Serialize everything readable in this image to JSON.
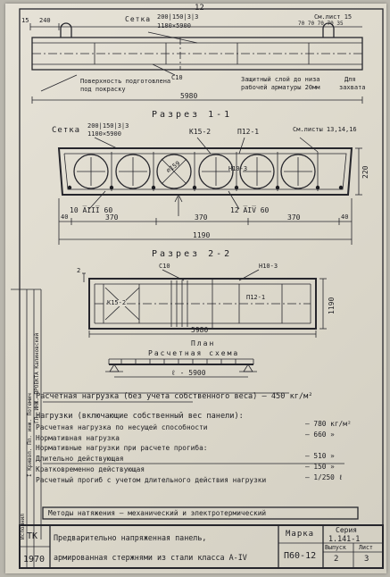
{
  "page": {
    "number": "12"
  },
  "top_view": {
    "dim_left_1": "15",
    "dim_left_2": "240",
    "mesh_label": "Сетка",
    "mesh_spec": "200|150|3|3",
    "mesh_size": "1180×5900",
    "sheet_ref": "См.лист 15",
    "dims_right": "70 70 70 70 35",
    "c_label": "С10",
    "note_surface_1": "Поверхность подготовлена",
    "note_surface_2": "под покраску",
    "note_cover_1": "Защитный слой до низа",
    "note_cover_2": "рабочей арматуры 20мм",
    "note_grip_1": "Для",
    "note_grip_2": "захвата",
    "length": "5980"
  },
  "section1": {
    "title": "Разрез 1-1",
    "mesh_label": "Сетка",
    "mesh_spec": "200|150|3|3",
    "mesh_size": "1100×5900",
    "k_label": "К15-2",
    "p_label": "П12-1",
    "sheet_ref": "См.листы 13,14,16",
    "dia_label": "∅159",
    "n_label": "Н10-3",
    "rebar_left": "10 A̅III̅ 60",
    "rebar_right": "12 A̅IV̅ 60",
    "height": "220",
    "dim_40_left": "40",
    "dim_370_1": "370",
    "dim_370_2": "370",
    "dim_370_3": "370",
    "dim_40_right": "40",
    "total_width": "1190"
  },
  "section2": {
    "title": "Разрез 2-2",
    "label_2": "2",
    "c_label": "С10",
    "n_label": "Н10-3",
    "k_label": "К15-2",
    "p_label": "П12-1",
    "width_dim": "1190",
    "length": "5980",
    "plan_label": "План"
  },
  "scheme": {
    "title": "Расчетная схема",
    "span": "ℓ - 5900"
  },
  "loads": {
    "design_load": "Расчетная нагрузка (без учета собственного веса) — 450 кг/м²",
    "loads_heading": "Нагрузки (включающие собственный вес панели):",
    "row1_label": "Расчетная нагрузка по несущей способности",
    "row1_value": "— 780 кг/м²",
    "row2_label": "Нормативная нагрузка",
    "row2_value": "— 660 »",
    "row3_label": "Нормативные нагрузки при расчете прогиба:",
    "row4_label": "Длительно действующая",
    "row4_value": "— 510 »",
    "row5_label": "Кратковременно действующая",
    "row5_value": "— 150 »",
    "row6_label": "Расчетный прогиб с учетом длительного действия нагрузки",
    "row6_value": "— 1/250 ℓ"
  },
  "methods": "Методы натяжения — механический и электротермический",
  "title_block": {
    "org": "ТК",
    "year": "1970",
    "title_line1": "Предварительно напряженная панель,",
    "title_line2": "армированная стержнями из стали класса A-IV",
    "marka_label": "Марка",
    "marka_value": "П60-12",
    "series_label": "Серия",
    "series_value": "1.141-1",
    "issue_label": "Выпуск",
    "issue_value": "2",
    "sheet_label": "Лист",
    "sheet_value": "3"
  },
  "side_stamp": {
    "col1": "ГЛ. ИНЖ. ПРОЕКТА  Калиновский",
    "col2": "I Кривоп.  Пл. инж. Потемич",
    "col3": "Исполнил"
  }
}
